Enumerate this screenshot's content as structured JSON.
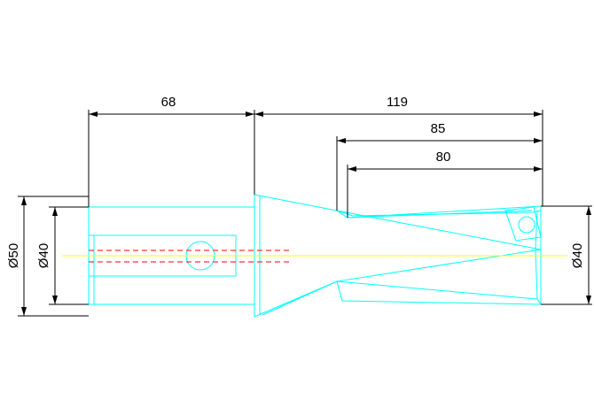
{
  "drawing": {
    "dimensions": {
      "shank_length": "68",
      "total_length": "119",
      "flute_length_85": "85",
      "flute_length_80": "80",
      "shank_diameter_50": "Ø50",
      "shank_diameter_40": "Ø40",
      "tip_diameter_40": "Ø40"
    },
    "colors": {
      "outline": "#00ffff",
      "dimension": "#000000",
      "center_line": "#ffff00",
      "hidden_line": "#ff0000",
      "background": "#ffffff"
    }
  }
}
